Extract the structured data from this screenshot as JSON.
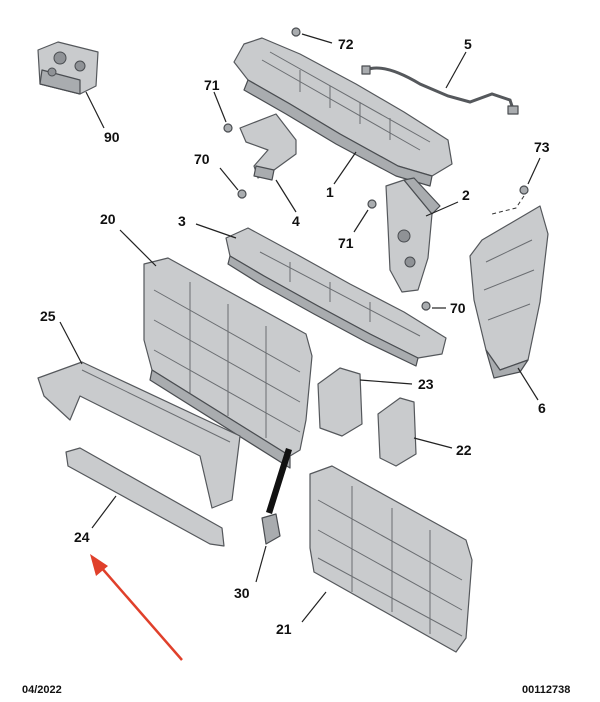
{
  "callouts": {
    "c72": "72",
    "c5": "5",
    "c71a": "71",
    "c90": "90",
    "c1": "1",
    "c70a": "70",
    "c73": "73",
    "c2": "2",
    "c4": "4",
    "c20": "20",
    "c3": "3",
    "c71b": "71",
    "c70b": "70",
    "c25": "25",
    "c23": "23",
    "c6": "6",
    "c22": "22",
    "c24": "24",
    "c30": "30",
    "c21": "21"
  },
  "footer": {
    "date": "04/2022",
    "ref": "00112738"
  },
  "colors": {
    "part": "#c9cbcd",
    "outline": "#55585c",
    "arrow": "#e0402b"
  }
}
